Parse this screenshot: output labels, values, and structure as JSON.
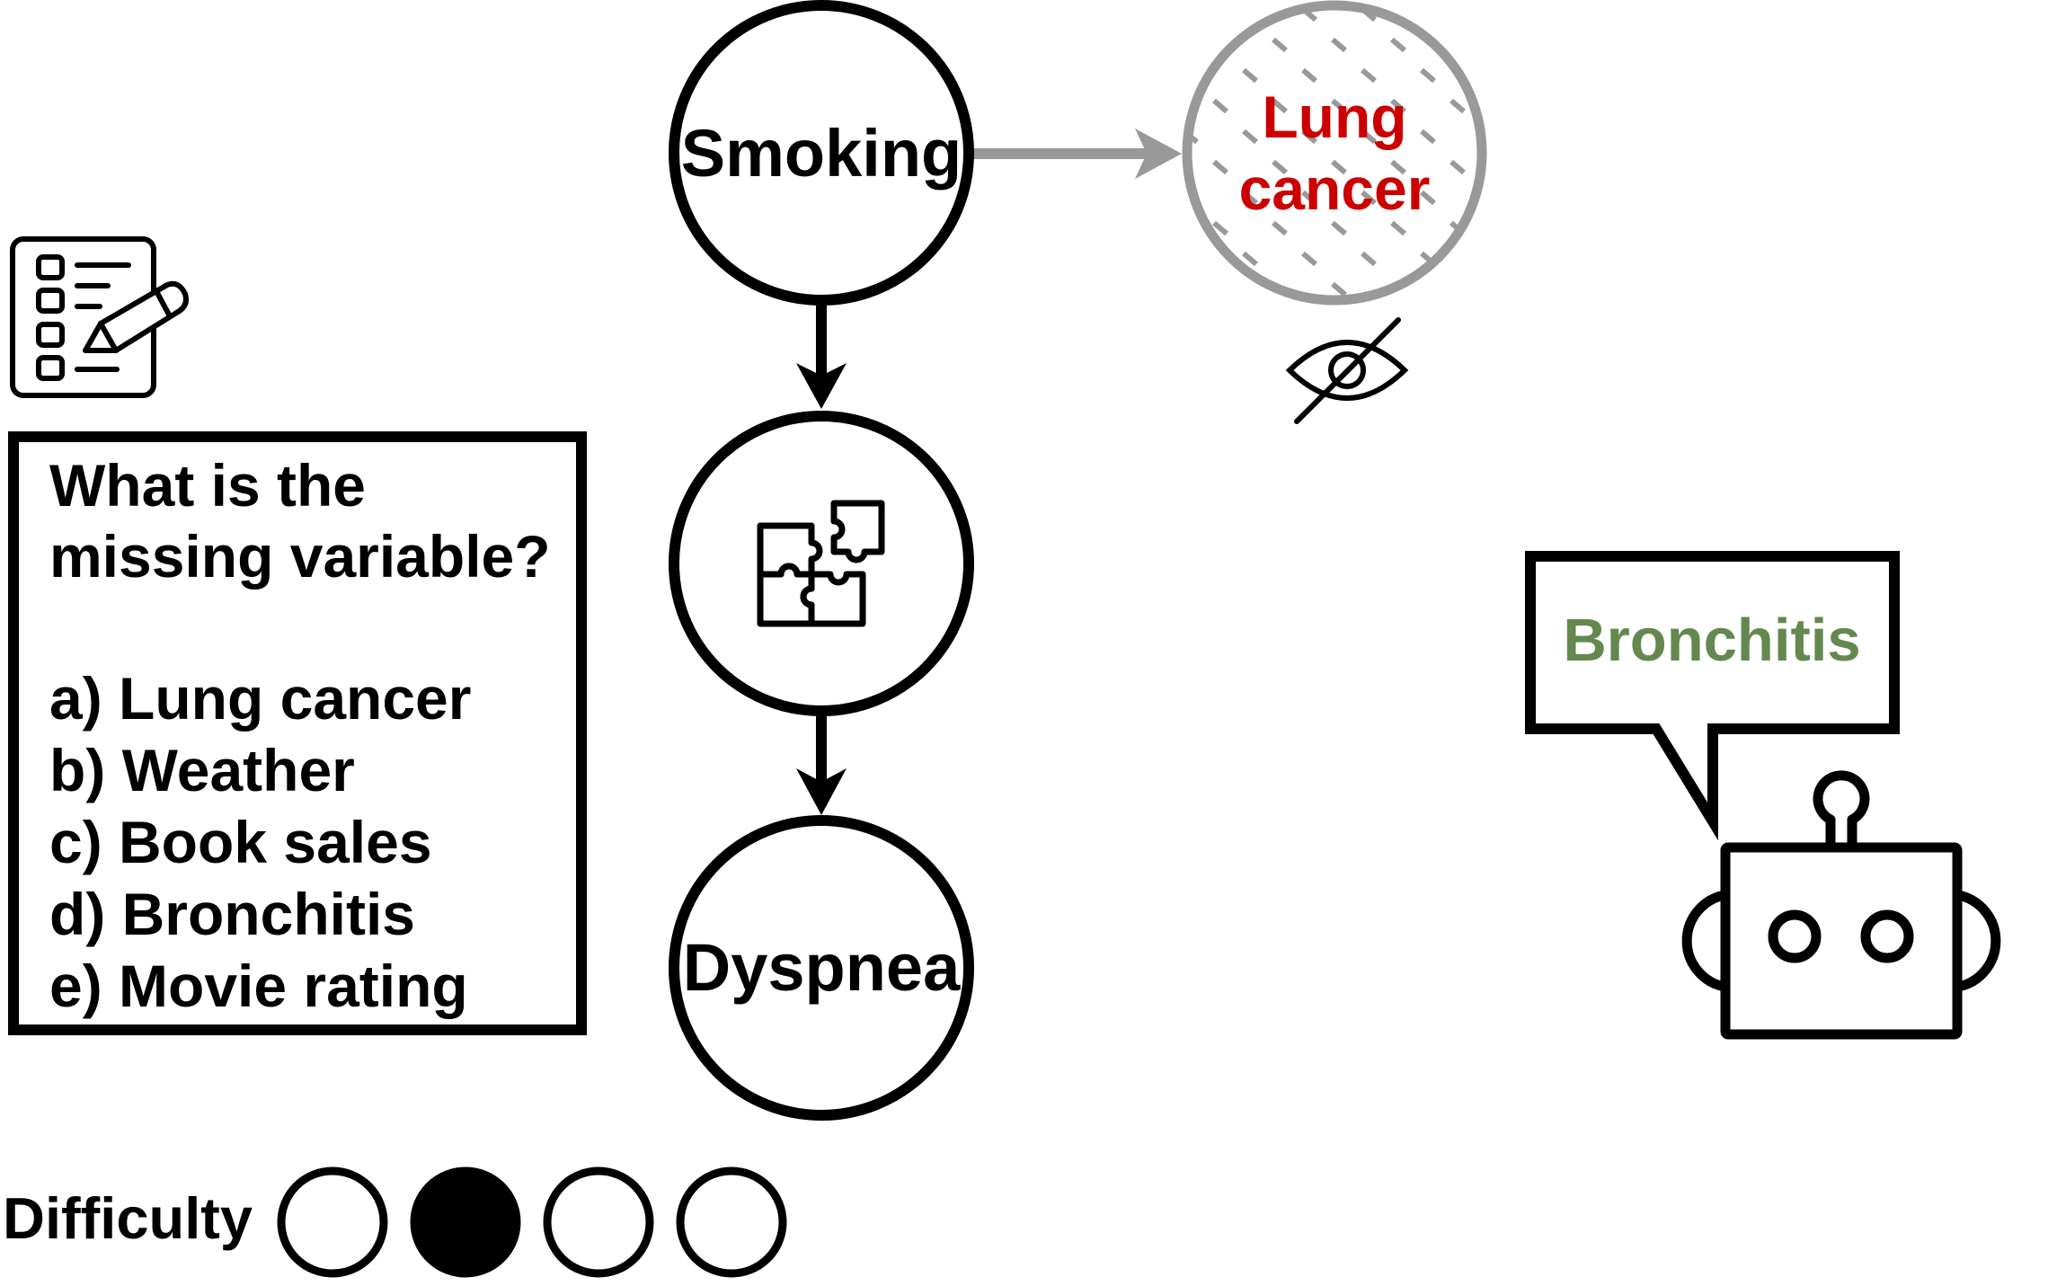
{
  "colors": {
    "ink": "#000000",
    "hidden_gray": "#999999",
    "hidden_label": "#cc0000",
    "answer_green": "#64884f",
    "background": "#ffffff"
  },
  "graph": {
    "nodes": [
      {
        "id": "smoking",
        "label_lines": [
          "Smoking"
        ],
        "observed": true
      },
      {
        "id": "missing",
        "label_lines": [],
        "icon": "puzzle-icon",
        "observed": true
      },
      {
        "id": "dyspnea",
        "label_lines": [
          "Dyspnea"
        ],
        "observed": true
      },
      {
        "id": "lung_cancer",
        "label_lines": [
          "Lung",
          "cancer"
        ],
        "observed": false,
        "icon_below": "eye-slash-icon"
      }
    ],
    "edges": [
      {
        "from": "smoking",
        "to": "missing",
        "style": "solid-black"
      },
      {
        "from": "missing",
        "to": "dyspnea",
        "style": "solid-black"
      },
      {
        "from": "smoking",
        "to": "lung_cancer",
        "style": "solid-gray"
      }
    ]
  },
  "question": {
    "icon": "checklist-icon",
    "lines": [
      "What is the",
      "missing variable?"
    ],
    "options": [
      "a) Lung cancer",
      "b) Weather",
      "c) Book sales",
      "d) Bronchitis",
      "e) Movie rating"
    ]
  },
  "answer": {
    "icon": "robot-icon",
    "text": "Bronchitis"
  },
  "difficulty": {
    "label": "Difficulty",
    "level": 2,
    "max": 4
  }
}
